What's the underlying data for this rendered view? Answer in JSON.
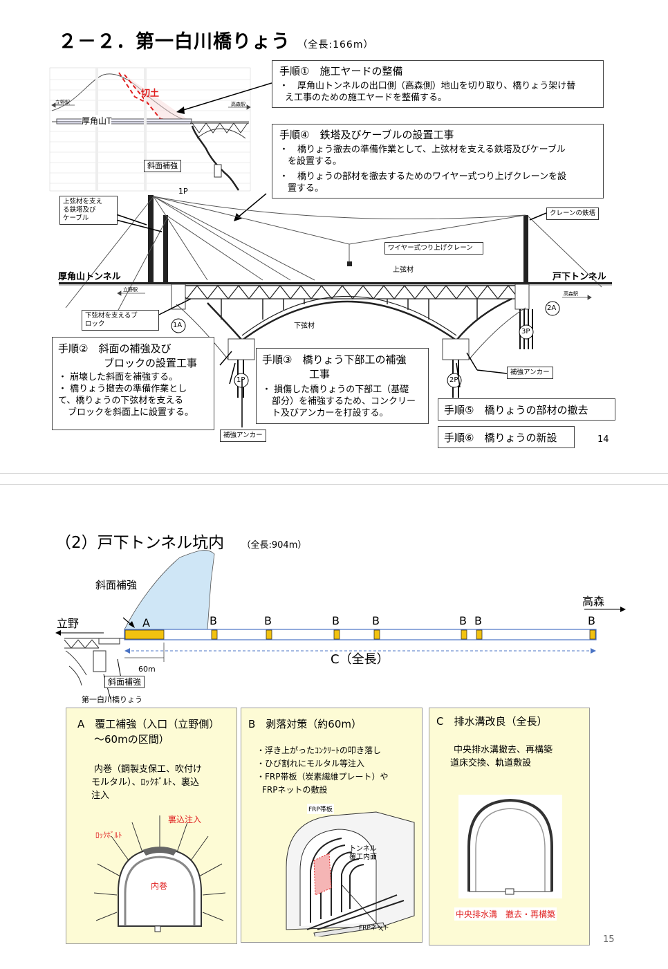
{
  "slide1": {
    "title": "２－２．第一白川橋りょう",
    "length_note": "（全長:166m）",
    "step1": {
      "title": "手順①　施工ヤードの整備",
      "lines": [
        "・　厚角山トンネルの出口側（高森側）地山を切り取り、橋りょう架け替",
        "え工事のための施工ヤードを整備する。"
      ]
    },
    "step4": {
      "title": "手順④　鉄塔及びケーブルの設置工事",
      "lines": [
        "・　橋りょう撤去の準備作業として、上弦材を支える鉄塔及びケーブル",
        "を設置する。",
        "・　橋りょうの部材を撤去するためのワイヤー式つり上げクレーンを設",
        "置する。"
      ]
    },
    "step2": {
      "title_line1": "手順②　斜面の補強及び",
      "title_line2": "ブロックの設置工事",
      "lines": [
        "・ 崩壊した斜面を補強する。",
        "・ 橋りょう撤去の準備作業とし",
        "て、橋りょうの下弦材を支える",
        "ブロックを斜面上に設置する。"
      ]
    },
    "step3": {
      "title_line1": "手順③　橋りょう下部工の補強",
      "title_line2": "工事",
      "lines": [
        "・ 損傷した橋りょうの下部工（基礎",
        "部分）を補強するため、コンクリー",
        "ト及びアンカーを打設する。"
      ]
    },
    "step5": "手順⑤　橋りょうの部材の撤去",
    "step6": "手順⑥　橋りょうの新設",
    "page_number": "14",
    "labels": {
      "cut": "切土",
      "tunnel_short": "厚角山T",
      "slope_reinforce": "斜面補強",
      "tateno_small": "立野駅",
      "takamori_small": "高森駅",
      "pier_1p_small": "1P",
      "tower_cable": "上弦材を支え\nる鉄塔及び\nケーブル",
      "crane_tower": "クレーンの鉄塔",
      "wire_crane": "ワイヤー式つり上げクレーン",
      "upper_chord": "上弦材",
      "lower_chord": "下弦材",
      "left_tunnel": "厚角山トンネル",
      "right_tunnel": "戸下トンネル",
      "lower_support_block": "下弦材を支えるブ\nロック",
      "reinforce_anchor": "補強アンカー",
      "pier_1a": "1A",
      "pier_2a": "2A",
      "pier_1p": "1P",
      "pier_2p": "2P",
      "pier_3p": "3P"
    }
  },
  "slide2": {
    "title": "（2）戸下トンネル坑内",
    "length_note": "（全長:904m）",
    "labels": {
      "slope": "斜面補強",
      "tateno": "立野",
      "takamori": "高森",
      "A": "A",
      "B": "B",
      "C": "C（全長）",
      "sixty": "60m",
      "slope_box": "斜面補強",
      "bridge": "第一白川橋りょう"
    },
    "panelA": {
      "title_line1": "A　覆工補強（入口（立野側）",
      "title_line2": "～60mの区間）",
      "text": [
        "内巻（鋼製支保工、吹付け",
        "モルタル）、ﾛｯｸﾎﾞﾙﾄ、裏込",
        "注入"
      ],
      "rockbolt": "ﾛｯｸﾎﾞﾙﾄ",
      "backfill": "裏込注入",
      "inner": "内巻"
    },
    "panelB": {
      "title": "B　剥落対策（約60m）",
      "text": [
        "・浮き上がったｺﾝｸﾘｰﾄの叩き落し",
        "・ひび割れにモルタル等注入",
        "・FRP帯板（炭素繊維プレート）や",
        "FRPネットの敷設"
      ],
      "frp_band": "FRP帯板",
      "lining": "トンネル\n覆工内面",
      "frp_net": "FRPネット"
    },
    "panelC": {
      "title": "C　排水溝改良（全長）",
      "text": [
        "中央排水溝撤去、再構築",
        "道床交換、軌道敷設"
      ],
      "caption": "中央排水溝　撤去・再構築"
    },
    "page_number": "15"
  },
  "colors": {
    "red": "#e02020",
    "sky": "#cfe6f6",
    "panel": "#fdfbd5",
    "yellow": "#f2c20f"
  }
}
